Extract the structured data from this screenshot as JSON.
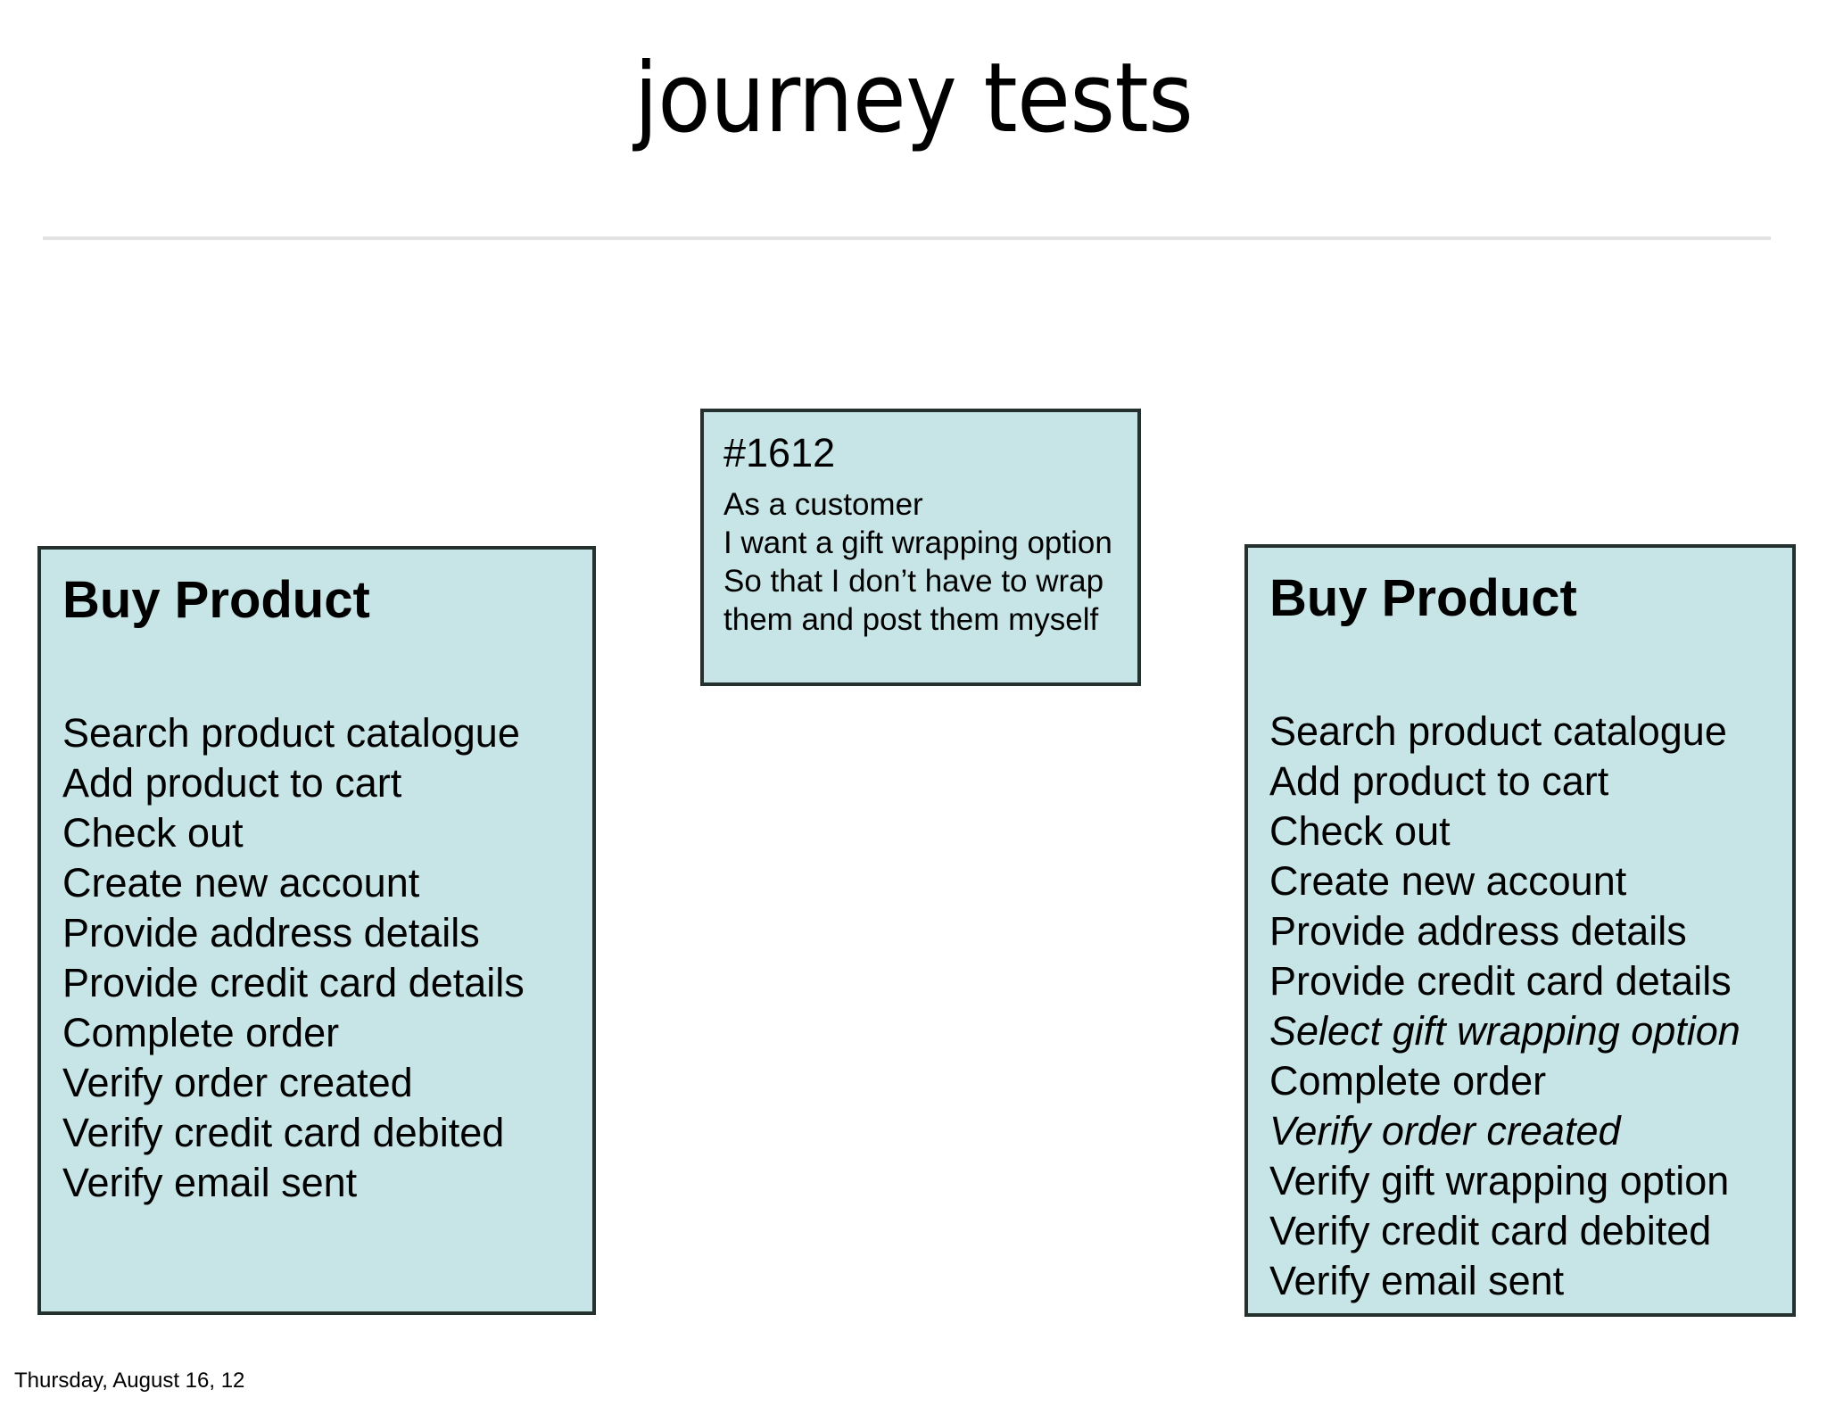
{
  "slide": {
    "title": "journey tests",
    "footer_date": "Thursday, August 16, 12",
    "accent_fill": "#c7e5e6",
    "border_color": "#24312f",
    "rule_color": "#e2e2e2",
    "background": "#ffffff"
  },
  "journey_left": {
    "title": "Buy Product",
    "steps": [
      {
        "text": "Search product catalogue",
        "style": "normal"
      },
      {
        "text": "Add product to cart",
        "style": "normal"
      },
      {
        "text": "Check out",
        "style": "normal"
      },
      {
        "text": "Create new account",
        "style": "normal"
      },
      {
        "text": "Provide address details",
        "style": "normal"
      },
      {
        "text": "Provide credit card details",
        "style": "normal"
      },
      {
        "text": "Complete order",
        "style": "normal"
      },
      {
        "text": "Verify order created",
        "style": "normal"
      },
      {
        "text": "Verify credit card debited",
        "style": "normal"
      },
      {
        "text": "Verify email sent",
        "style": "normal"
      }
    ]
  },
  "journey_right": {
    "title": "Buy Product",
    "steps": [
      {
        "text": "Search product catalogue",
        "style": "normal"
      },
      {
        "text": "Add product to cart",
        "style": "normal"
      },
      {
        "text": "Check out",
        "style": "normal"
      },
      {
        "text": "Create new account",
        "style": "normal"
      },
      {
        "text": "Provide address details",
        "style": "normal"
      },
      {
        "text": "Provide credit card details",
        "style": "normal"
      },
      {
        "text": "Select gift wrapping option",
        "style": "italic"
      },
      {
        "text": "Complete order",
        "style": "normal"
      },
      {
        "text": "Verify order created",
        "style": "italic"
      },
      {
        "text": "Verify gift wrapping option",
        "style": "normal"
      },
      {
        "text": "Verify credit card debited",
        "style": "normal"
      },
      {
        "text": "Verify email sent",
        "style": "normal"
      }
    ]
  },
  "story_note": {
    "id": "#1612",
    "lines": [
      "As a customer",
      "I want a gift wrapping option",
      "So that I don’t have to wrap",
      "them and post them myself"
    ]
  }
}
